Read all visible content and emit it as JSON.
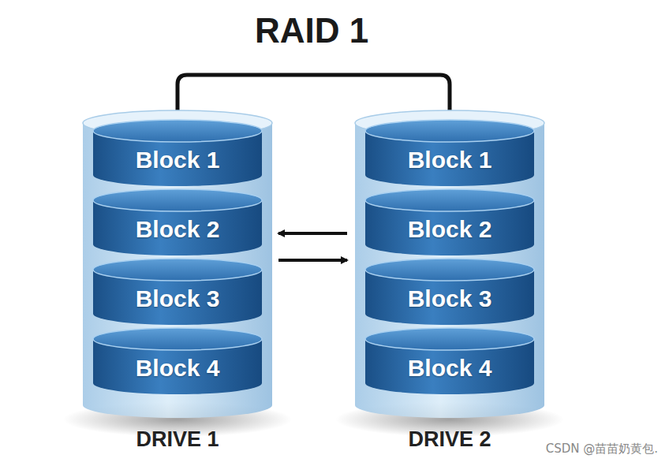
{
  "diagram": {
    "title": "RAID 1",
    "nodes": [
      {
        "text": [
          "DRIVE 1"
        ]
      },
      {
        "text": [
          "Block 1"
        ],
        "in": 0
      },
      {
        "text": [
          "Block 2"
        ],
        "in": 0
      },
      {
        "text": [
          "Block 3"
        ],
        "in": 0
      },
      {
        "text": [
          "Block 4"
        ],
        "in": 0
      },
      {
        "text": [
          "DRIVE 2"
        ]
      },
      {
        "text": [
          "Block 1"
        ],
        "in": 5
      },
      {
        "text": [
          "Block 2"
        ],
        "in": 5
      },
      {
        "text": [
          "Block 3"
        ],
        "in": 5
      },
      {
        "text": [
          "Block 4"
        ],
        "in": 5
      }
    ],
    "edges": [
      {
        "from": 0,
        "to": 5,
        "arrow": "none"
      },
      {
        "from": 5,
        "to": 0,
        "arrow": "to"
      },
      {
        "from": 0,
        "to": 5,
        "arrow": "to"
      }
    ],
    "labels": [
      "CSDN @苗苗奶黄包."
    ]
  }
}
